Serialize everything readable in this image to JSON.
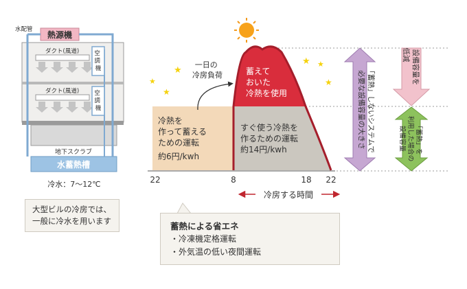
{
  "building": {
    "pipe_label": "水配管",
    "heat_source": "熱源機",
    "duct_label": "ダクト(風道)",
    "ahu_label": "空調機",
    "slab_label": "地下スクラブ",
    "tank_label": "水蓄熱槽",
    "water_temp": "冷水：7～12℃",
    "note_line1": "大型ビルの冷房では、",
    "note_line2": "一般に冷水を用います"
  },
  "chart": {
    "daily_load_line1": "一日の",
    "daily_load_line2": "冷房負荷",
    "stored_text": [
      "蓄えて",
      "おいた",
      "冷熱を使用"
    ],
    "night_text": [
      "冷熱を",
      "作って蓄える",
      "ための運転",
      "約6円/kwh"
    ],
    "day_text": [
      "すぐ使う冷熱を",
      "作るための運転",
      "約14円/kwh"
    ],
    "x_ticks": [
      "22",
      "8",
      "18",
      "22"
    ],
    "cooling_hours": "冷房する時間",
    "arrow_without": [
      "「蓄熱」しないシステムで",
      "必要な設備容量の大きさ"
    ],
    "arrow_reduce": [
      "設備容量を",
      "低減"
    ],
    "arrow_with": [
      "「蓄熱」を",
      "利用した場合の",
      "設備容量"
    ]
  },
  "colors": {
    "night_fill": "#f3d9b9",
    "day_fill": "#cbc7bf",
    "stored_fill": "#d92d3c",
    "curve": "#a51e2b",
    "purple_arrow": "#c6a7d2",
    "pink_arrow": "#f2c2cc",
    "green_arrow": "#8dc25d",
    "tank": "#9dc3e4",
    "heat_source": "#f2b7c4"
  },
  "savings": {
    "title": "蓄熱による省エネ",
    "items": [
      "・冷凍機定格運転",
      "・外気温の低い夜間運転"
    ]
  }
}
